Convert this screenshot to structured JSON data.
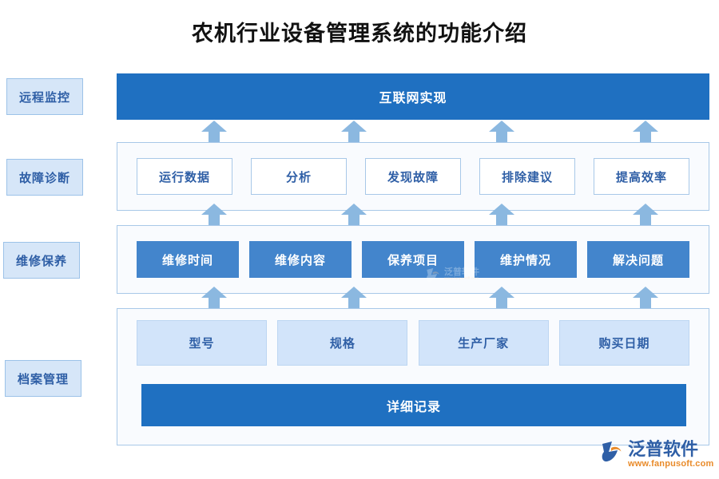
{
  "title": "农机行业设备管理系统的功能介绍",
  "colors": {
    "dark_blue": "#1f70c1",
    "medium_blue": "#4385cc",
    "light_blue": "#d2e4fa",
    "panel_bg": "#f9fbfe",
    "panel_border": "#a8c8e8",
    "label_text": "#2f5fa6",
    "arrow": "#8bb8e0",
    "logo_orange": "#e98b2a"
  },
  "side_labels": [
    {
      "label": "远程监控"
    },
    {
      "label": "故障诊断"
    },
    {
      "label": "维修保养"
    },
    {
      "label": "档案管理"
    }
  ],
  "rows": {
    "top_bar": {
      "label": "互联网实现"
    },
    "row2": {
      "items": [
        {
          "label": "运行数据"
        },
        {
          "label": "分析"
        },
        {
          "label": "发现故障"
        },
        {
          "label": "排除建议"
        },
        {
          "label": "提高效率"
        }
      ]
    },
    "row3": {
      "items": [
        {
          "label": "维修时间"
        },
        {
          "label": "维修内容"
        },
        {
          "label": "保养项目"
        },
        {
          "label": "维护情况"
        },
        {
          "label": "解决问题"
        }
      ]
    },
    "row4": {
      "items": [
        {
          "label": "型号"
        },
        {
          "label": "规格"
        },
        {
          "label": "生产厂家"
        },
        {
          "label": "购买日期"
        }
      ],
      "detail_bar": {
        "label": "详细记录"
      }
    }
  },
  "arrows": {
    "icon": "arrow-up-icon",
    "count_per_gap": 4,
    "gaps": 3
  },
  "logo": {
    "name": "泛普软件",
    "url": "www.fanpusoft.com",
    "mark": "fanpu-swoosh-icon"
  },
  "watermark": {
    "name": "泛普软件",
    "url": "www.fanpusoft.com"
  }
}
